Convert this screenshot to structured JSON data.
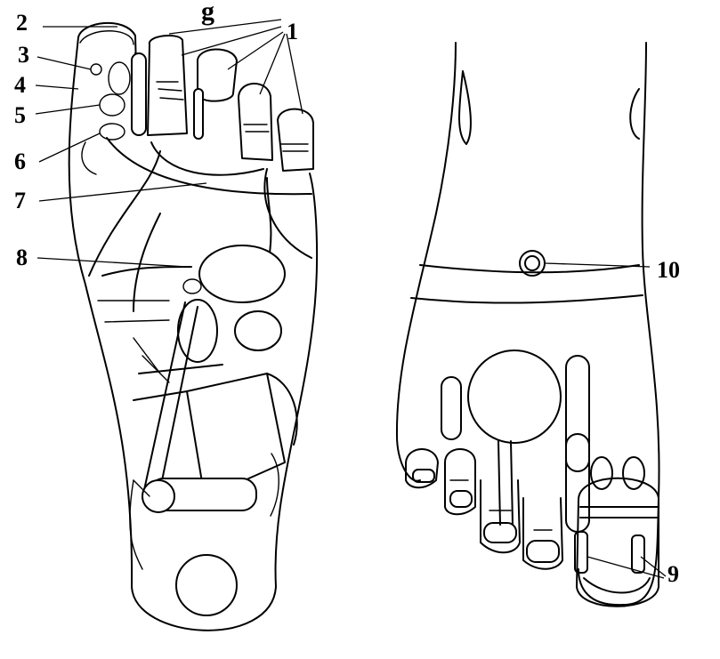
{
  "header": {
    "title_fragment": "g"
  },
  "callouts": {
    "c1": "1",
    "c2": "2",
    "c3": "3",
    "c4": "4",
    "c5": "5",
    "c6": "6",
    "c7": "7",
    "c8": "8",
    "c9": "9",
    "c10": "10"
  }
}
